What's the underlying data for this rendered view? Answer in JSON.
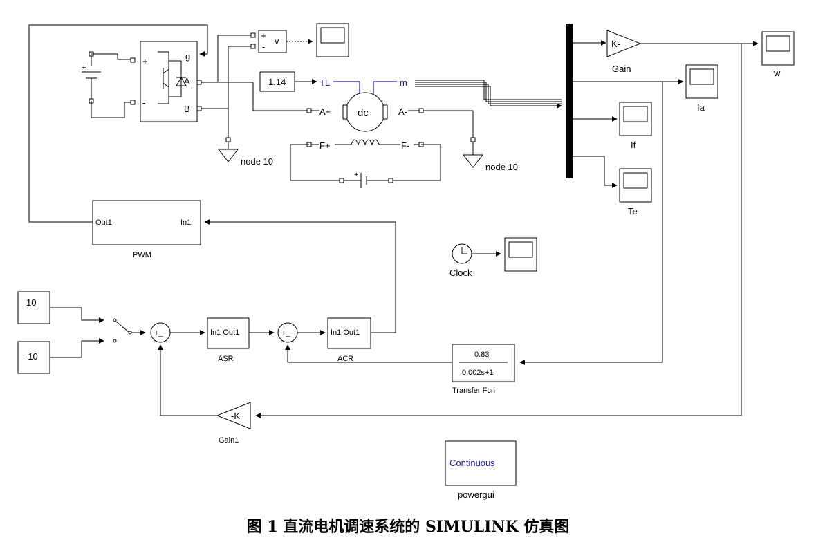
{
  "caption": "图 1  直流电机调速系统的 SIMULINK 仿真图",
  "blocks": {
    "igbt_ports": {
      "g": "g",
      "a": "A",
      "b": "B",
      "plus": "+",
      "minus": "-"
    },
    "voltmeter": {
      "plus": "+",
      "minus": "-",
      "out": "v"
    },
    "constant_tl": "1.14",
    "motor": {
      "tl": "TL",
      "m": "m",
      "a_plus": "A+",
      "a_minus": "A-",
      "f_plus": "F+",
      "f_minus": "F-",
      "body": "dc"
    },
    "ground_left": "node 10",
    "ground_right": "node 10",
    "field_source_plus": "+",
    "gain": {
      "sym": "K-",
      "label": "Gain"
    },
    "scope_w": "w",
    "scope_ia": "Ia",
    "scope_if": "If",
    "scope_te": "Te",
    "pwm": {
      "out": "Out1",
      "in": "In1",
      "label": "PWM"
    },
    "clock": "Clock",
    "const_10": "10",
    "const_neg10": "-10",
    "sum1": "+_",
    "asr": {
      "ports": "In1 Out1",
      "label": "ASR"
    },
    "sum2": "+_",
    "acr": {
      "ports": "In1 Out1",
      "label": "ACR"
    },
    "transfer_fcn": {
      "num": "0.83",
      "den": "0.002s+1",
      "label": "Transfer Fcn"
    },
    "gain1": {
      "sym": "-K",
      "label": "Gain1"
    },
    "powergui": {
      "mode": "Continuous",
      "label": "powergui"
    }
  }
}
